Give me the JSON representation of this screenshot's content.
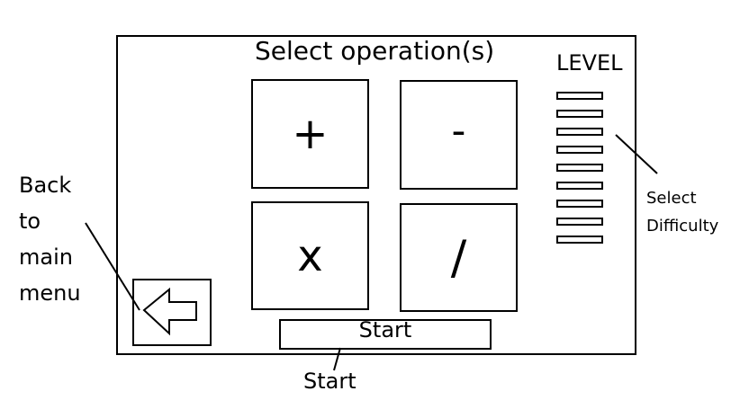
{
  "screen": {
    "title": "Select operation(s)",
    "level_title": "LEVEL",
    "operations": [
      {
        "id": "add",
        "symbol": "+"
      },
      {
        "id": "subtract",
        "symbol": "-"
      },
      {
        "id": "multiply",
        "symbol": "x"
      },
      {
        "id": "divide",
        "symbol": "/"
      }
    ],
    "level_bar_count": 9,
    "start_label": "Start"
  },
  "annotations": {
    "back": "Back\nto\nmain\nmenu",
    "start": "Start",
    "difficulty": "Select\nDifficulty"
  }
}
